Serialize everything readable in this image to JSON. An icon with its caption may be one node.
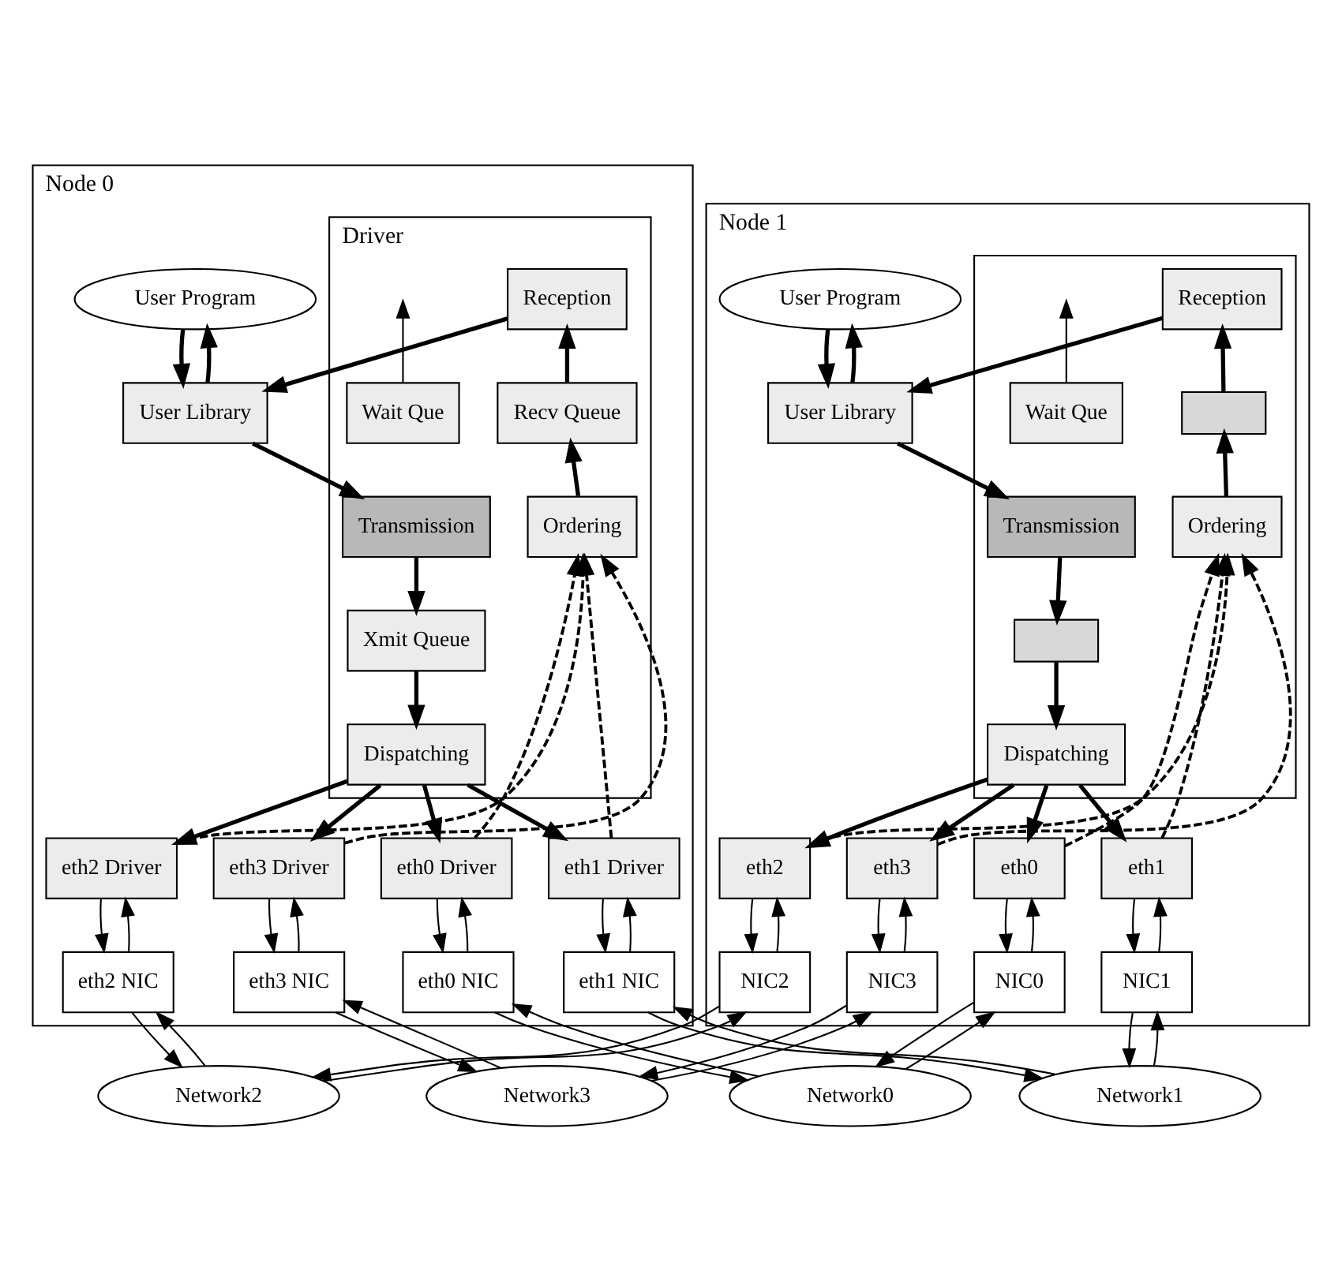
{
  "diagram": {
    "nodes": [
      {
        "text": [
          "Node 0"
        ]
      },
      {
        "text": [
          "User Program"
        ],
        "in": 0
      },
      {
        "text": [
          "User Library"
        ],
        "in": 0
      },
      {
        "text": [
          "Driver"
        ],
        "in": 0
      },
      {
        "text": [
          "Transmission"
        ],
        "in": 3
      },
      {
        "text": [
          "Reception"
        ],
        "in": 3
      },
      {
        "text": [
          "Xmit Queue"
        ],
        "in": 3
      },
      {
        "text": [
          "Recv Queue"
        ],
        "in": 3
      },
      {
        "text": [
          "Dispatching"
        ],
        "in": 3
      },
      {
        "text": [
          "Ordering"
        ],
        "in": 3
      },
      {
        "text": [
          "Wait Que"
        ],
        "in": 3
      },
      {
        "text": [
          "eth0 Driver"
        ],
        "in": 0
      },
      {
        "text": [
          "eth1 Driver"
        ],
        "in": 0
      },
      {
        "text": [
          "eth2 Driver"
        ],
        "in": 0
      },
      {
        "text": [
          "eth3 Driver"
        ],
        "in": 0
      },
      {
        "text": [
          "eth0 NIC"
        ],
        "in": 0
      },
      {
        "text": [
          "eth1 NIC"
        ],
        "in": 0
      },
      {
        "text": [
          "eth2 NIC"
        ],
        "in": 0
      },
      {
        "text": [
          "eth3 NIC"
        ],
        "in": 0
      },
      {
        "text": [
          "Node 1"
        ]
      },
      {
        "text": [
          "User Program"
        ],
        "in": 19
      },
      {
        "text": [
          "User Library"
        ],
        "in": 19
      },
      {
        "text": [],
        "shape": "box",
        "in": 19
      },
      {
        "text": [
          "Transmission"
        ],
        "in": 22
      },
      {
        "text": [
          "Reception"
        ],
        "in": 22
      },
      {
        "text": [],
        "shape": "box",
        "in": 22
      },
      {
        "text": [],
        "shape": "box",
        "in": 22
      },
      {
        "text": [
          "Dispatching"
        ],
        "in": 22
      },
      {
        "text": [
          "Ordering"
        ],
        "in": 22
      },
      {
        "text": [
          "Wait Que"
        ],
        "in": 22
      },
      {
        "text": [
          "eth0"
        ],
        "in": 19
      },
      {
        "text": [
          "eth1"
        ],
        "in": 19
      },
      {
        "text": [
          "eth2"
        ],
        "in": 19
      },
      {
        "text": [
          "eth3"
        ],
        "in": 19
      },
      {
        "text": [
          "NIC0"
        ],
        "in": 19
      },
      {
        "text": [
          "NIC1"
        ],
        "in": 19
      },
      {
        "text": [
          "NIC2"
        ],
        "in": 19
      },
      {
        "text": [
          "NIC3"
        ],
        "in": 19
      },
      {
        "text": [
          "Network0"
        ]
      },
      {
        "text": [
          "Network1"
        ]
      },
      {
        "text": [
          "Network2"
        ]
      },
      {
        "text": [
          "Network3"
        ]
      }
    ],
    "edges": [
      {
        "from": 1,
        "to": 2,
        "arrow": "to",
        "style": "thick"
      },
      {
        "from": 2,
        "to": 1,
        "arrow": "to",
        "style": "thick"
      },
      {
        "from": 2,
        "to": 4,
        "arrow": "to",
        "style": "thick"
      },
      {
        "from": 5,
        "to": 2,
        "arrow": "to",
        "style": "thick"
      },
      {
        "from": 4,
        "to": 6,
        "arrow": "to",
        "style": "thick"
      },
      {
        "from": 6,
        "to": 8,
        "arrow": "to",
        "style": "thick"
      },
      {
        "from": 9,
        "to": 7,
        "arrow": "to",
        "style": "thick"
      },
      {
        "from": 7,
        "to": 5,
        "arrow": "to",
        "style": "thick"
      },
      {
        "from": 10,
        "to": null,
        "arrow": "to"
      },
      {
        "from": 8,
        "to": 11,
        "arrow": "to",
        "style": "thick"
      },
      {
        "from": 8,
        "to": 12,
        "arrow": "to",
        "style": "thick"
      },
      {
        "from": 8,
        "to": 13,
        "arrow": "to",
        "style": "thick"
      },
      {
        "from": 8,
        "to": 14,
        "arrow": "to",
        "style": "thick"
      },
      {
        "from": 11,
        "to": 9,
        "arrow": "to",
        "style": "dashed"
      },
      {
        "from": 12,
        "to": 9,
        "arrow": "to",
        "style": "dashed"
      },
      {
        "from": 13,
        "to": 9,
        "arrow": "to",
        "style": "dashed"
      },
      {
        "from": 14,
        "to": 9,
        "arrow": "to",
        "style": "dashed"
      },
      {
        "from": 11,
        "to": 15,
        "arrow": "to"
      },
      {
        "from": 15,
        "to": 11,
        "arrow": "to"
      },
      {
        "from": 12,
        "to": 16,
        "arrow": "to"
      },
      {
        "from": 16,
        "to": 12,
        "arrow": "to"
      },
      {
        "from": 13,
        "to": 17,
        "arrow": "to"
      },
      {
        "from": 17,
        "to": 13,
        "arrow": "to"
      },
      {
        "from": 14,
        "to": 18,
        "arrow": "to"
      },
      {
        "from": 18,
        "to": 14,
        "arrow": "to"
      },
      {
        "from": 15,
        "to": 38,
        "arrow": "to"
      },
      {
        "from": 38,
        "to": 15,
        "arrow": "to"
      },
      {
        "from": 16,
        "to": 39,
        "arrow": "to"
      },
      {
        "from": 39,
        "to": 16,
        "arrow": "to"
      },
      {
        "from": 17,
        "to": 40,
        "arrow": "to"
      },
      {
        "from": 40,
        "to": 17,
        "arrow": "to"
      },
      {
        "from": 18,
        "to": 41,
        "arrow": "to"
      },
      {
        "from": 41,
        "to": 18,
        "arrow": "to"
      },
      {
        "from": 20,
        "to": 21,
        "arrow": "to",
        "style": "thick"
      },
      {
        "from": 21,
        "to": 20,
        "arrow": "to",
        "style": "thick"
      },
      {
        "from": 21,
        "to": 23,
        "arrow": "to",
        "style": "thick"
      },
      {
        "from": 24,
        "to": 21,
        "arrow": "to",
        "style": "thick"
      },
      {
        "from": 23,
        "to": 25,
        "arrow": "to",
        "style": "thick"
      },
      {
        "from": 25,
        "to": 27,
        "arrow": "to",
        "style": "thick"
      },
      {
        "from": 28,
        "to": 26,
        "arrow": "to",
        "style": "thick"
      },
      {
        "from": 26,
        "to": 24,
        "arrow": "to",
        "style": "thick"
      },
      {
        "from": 29,
        "to": null,
        "arrow": "to"
      },
      {
        "from": 27,
        "to": 30,
        "arrow": "to",
        "style": "thick"
      },
      {
        "from": 27,
        "to": 31,
        "arrow": "to",
        "style": "thick"
      },
      {
        "from": 27,
        "to": 32,
        "arrow": "to",
        "style": "thick"
      },
      {
        "from": 27,
        "to": 33,
        "arrow": "to",
        "style": "thick"
      },
      {
        "from": 30,
        "to": 28,
        "arrow": "to",
        "style": "dashed"
      },
      {
        "from": 31,
        "to": 28,
        "arrow": "to",
        "style": "dashed"
      },
      {
        "from": 32,
        "to": 28,
        "arrow": "to",
        "style": "dashed"
      },
      {
        "from": 33,
        "to": 28,
        "arrow": "to",
        "style": "dashed"
      },
      {
        "from": 30,
        "to": 34,
        "arrow": "to"
      },
      {
        "from": 34,
        "to": 30,
        "arrow": "to"
      },
      {
        "from": 31,
        "to": 35,
        "arrow": "to"
      },
      {
        "from": 35,
        "to": 31,
        "arrow": "to"
      },
      {
        "from": 32,
        "to": 36,
        "arrow": "to"
      },
      {
        "from": 36,
        "to": 32,
        "arrow": "to"
      },
      {
        "from": 33,
        "to": 37,
        "arrow": "to"
      },
      {
        "from": 37,
        "to": 33,
        "arrow": "to"
      },
      {
        "from": 34,
        "to": 38,
        "arrow": "to"
      },
      {
        "from": 38,
        "to": 34,
        "arrow": "to"
      },
      {
        "from": 35,
        "to": 39,
        "arrow": "to"
      },
      {
        "from": 39,
        "to": 35,
        "arrow": "to"
      },
      {
        "from": 36,
        "to": 40,
        "arrow": "to"
      },
      {
        "from": 40,
        "to": 36,
        "arrow": "to"
      },
      {
        "from": 37,
        "to": 41,
        "arrow": "to"
      },
      {
        "from": 41,
        "to": 37,
        "arrow": "to"
      }
    ]
  }
}
